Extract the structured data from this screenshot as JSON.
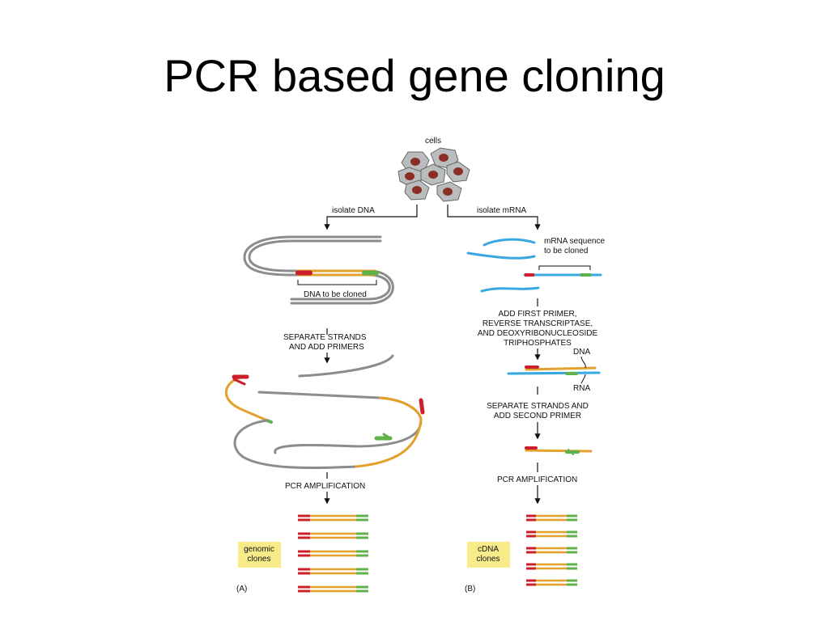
{
  "title": "PCR based gene cloning",
  "labels": {
    "cells": "cells",
    "isolate_dna": "isolate DNA",
    "isolate_mrna": "isolate mRNA",
    "dna_to_be_cloned": "DNA to be cloned",
    "mrna_sequence": [
      "mRNA sequence",
      "to be cloned"
    ],
    "separate_strands_primers": [
      "SEPARATE STRANDS",
      "AND ADD PRIMERS"
    ],
    "add_first_primer": [
      "ADD FIRST PRIMER,",
      "REVERSE TRANSCRIPTASE,",
      "AND DEOXYRIBONUCLEOSIDE",
      "TRIPHOSPHATES"
    ],
    "dna": "DNA",
    "rna": "RNA",
    "separate_second_primer": [
      "SEPARATE STRANDS AND",
      "ADD SECOND PRIMER"
    ],
    "pcr_left": "PCR AMPLIFICATION",
    "pcr_right": "PCR AMPLIFICATION",
    "genomic_clones": [
      "genomic",
      "clones"
    ],
    "cdna_clones": [
      "cDNA",
      "clones"
    ],
    "panel_a": "(A)",
    "panel_b": "(B)"
  },
  "colors": {
    "dna_gray": "#8c8c8c",
    "mrna_blue": "#3aa8e0",
    "insert_orange": "#e3a12c",
    "primer_red": "#cc1f2b",
    "primer_green": "#5fb14a",
    "label_box": "#f8ec8a",
    "cell_fill": "#b9bdbd",
    "nucleus": "#8b2e25"
  }
}
